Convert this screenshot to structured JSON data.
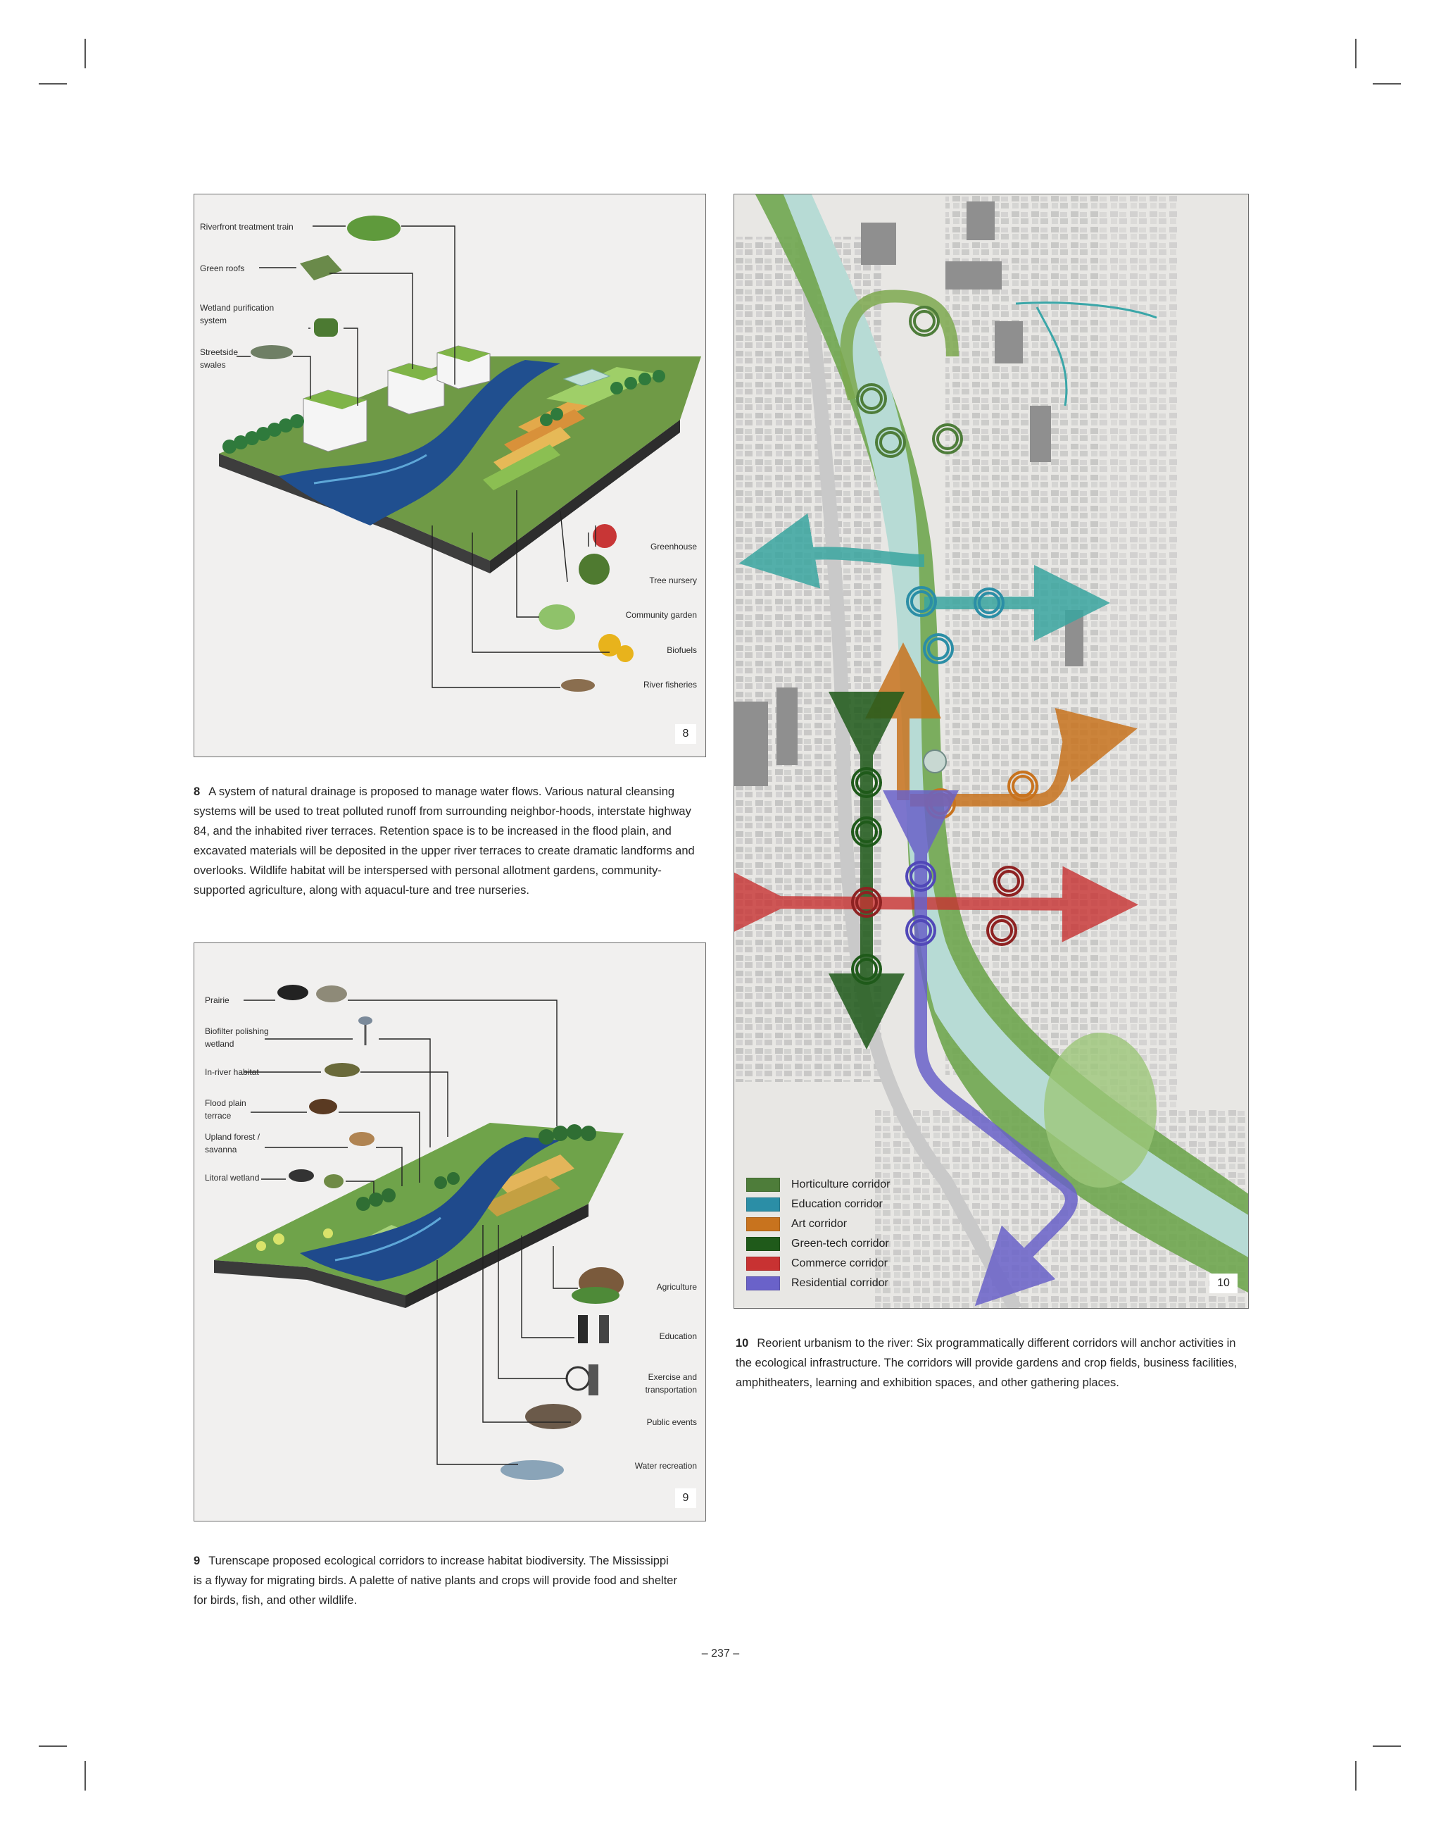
{
  "fig8": {
    "number": "8",
    "labels_left": [
      "Riverfront treatment train",
      "Green roofs",
      "Wetland purification\nsystem",
      "Streetside\nswales"
    ],
    "labels_right": [
      "Greenhouse",
      "Tree nursery",
      "Community garden",
      "Biofuels",
      "River fisheries"
    ]
  },
  "caption8": {
    "number": "8",
    "text": "A system of natural drainage is proposed to manage water flows. Various natural cleansing systems will be used to treat polluted runoff from surrounding neighbor-hoods, interstate highway 84, and the inhabited river terraces. Retention space is to be increased in the flood plain, and excavated materials will be deposited in the upper river terraces to create dramatic landforms and overlooks. Wildlife habitat will be interspersed with personal allotment gardens, community-supported agriculture, along with aquacul-ture and tree nurseries."
  },
  "fig9": {
    "number": "9",
    "labels_left": [
      "Prairie",
      "Biofilter polishing\nwetland",
      "In-river habitat",
      "Flood plain\nterrace",
      "Upland forest /\nsavanna",
      "Litoral wetland"
    ],
    "labels_right": [
      "Agriculture",
      "Education",
      "Exercise and\ntransportation",
      "Public events",
      "Water recreation"
    ]
  },
  "caption9": {
    "number": "9",
    "text": "Turenscape proposed ecological corridors to increase habitat biodiversity. The Mississippi is a flyway for migrating birds. A palette of native plants and crops will provide food and shelter for birds, fish, and other wildlife."
  },
  "fig10": {
    "number": "10",
    "legend": [
      {
        "label": "Horticulture corridor",
        "color": "#4e7d3a"
      },
      {
        "label": "Education corridor",
        "color": "#2b8ea6"
      },
      {
        "label": "Art corridor",
        "color": "#c8731e"
      },
      {
        "label": "Green-tech corridor",
        "color": "#1f5a1a"
      },
      {
        "label": "Commerce corridor",
        "color": "#c83232"
      },
      {
        "label": "Residential corridor",
        "color": "#6a62c9"
      }
    ]
  },
  "caption10": {
    "number": "10",
    "text": "Reorient urbanism to the river: Six programmatically different corridors will anchor activities in the ecological infrastructure. The corridors will provide gardens and crop fields, business facilities, amphitheaters, learning and exhibition spaces, and other gathering places."
  },
  "folio": "– 237 –"
}
